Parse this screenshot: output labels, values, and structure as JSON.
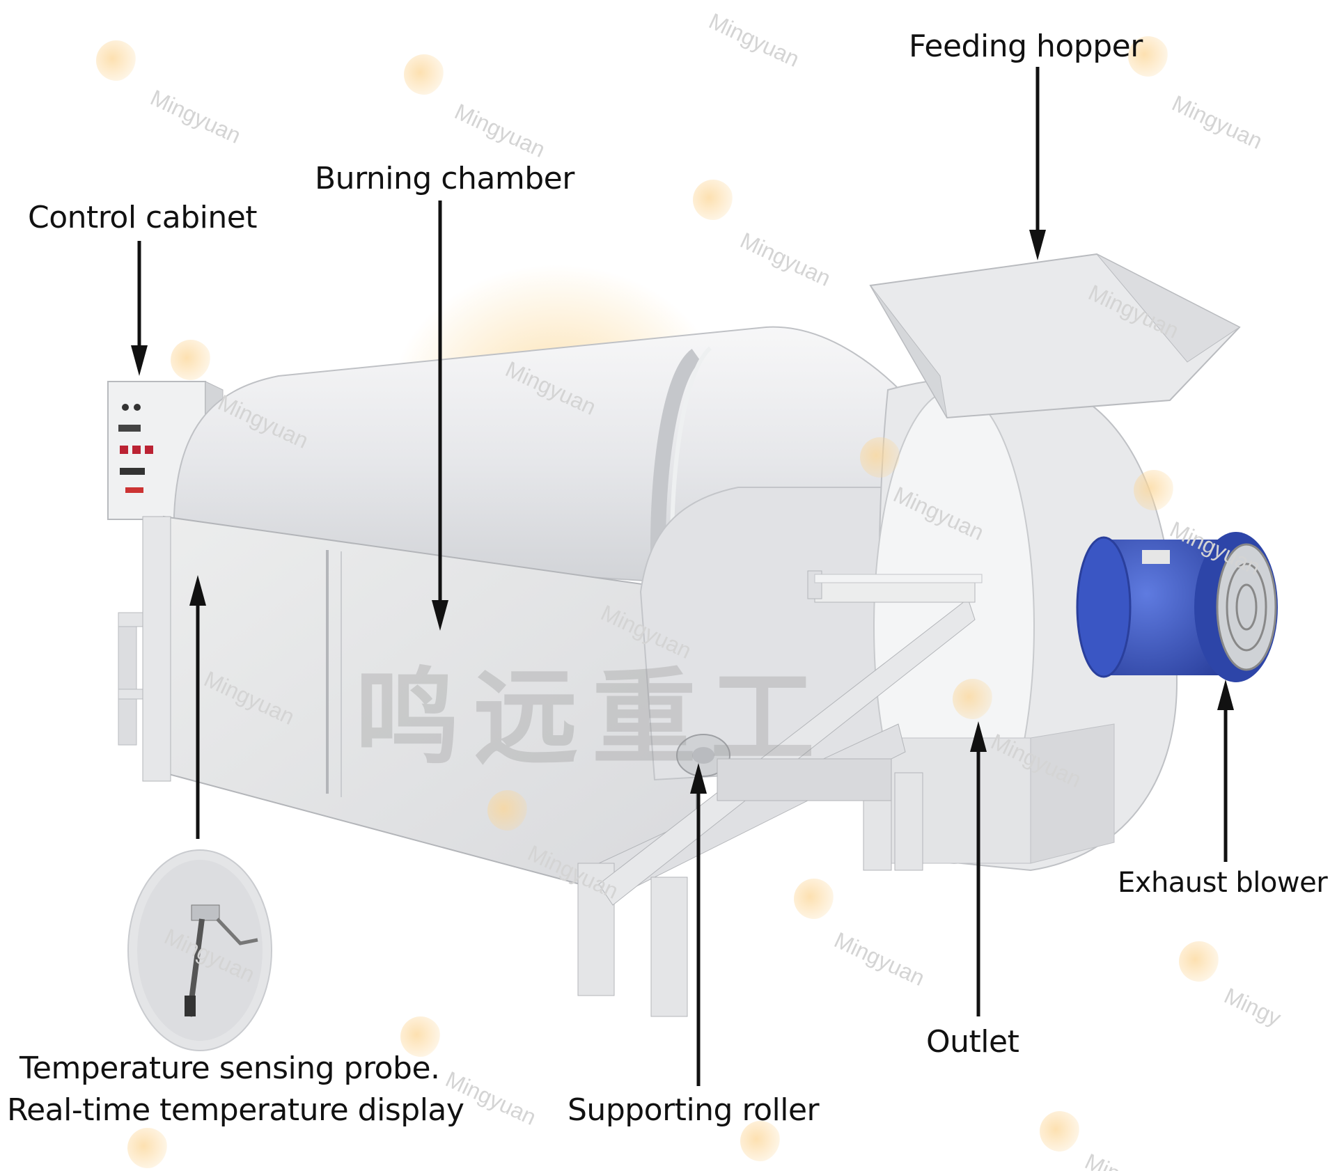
{
  "labels": {
    "feeding_hopper": "Feeding hopper",
    "burning_chamber": "Burning chamber",
    "control_cabinet": "Control cabinet",
    "exhaust_blower": "Exhaust blower",
    "outlet": "Outlet",
    "supporting_roller": "Supporting roller",
    "probe_line1": "Temperature sensing probe.",
    "probe_line2": "Real-time temperature display"
  },
  "watermark": {
    "brand": "Mingyuan",
    "brand_cut": "Mingy",
    "brand_cut2": "Min",
    "chinese": "鸣远重工",
    "logo_color": "#fcd696"
  },
  "colors": {
    "machine_body": "#e9eaec",
    "machine_shadow": "#c9cbcf",
    "blower_blue": "#3a56c4",
    "arrow": "#111111"
  }
}
